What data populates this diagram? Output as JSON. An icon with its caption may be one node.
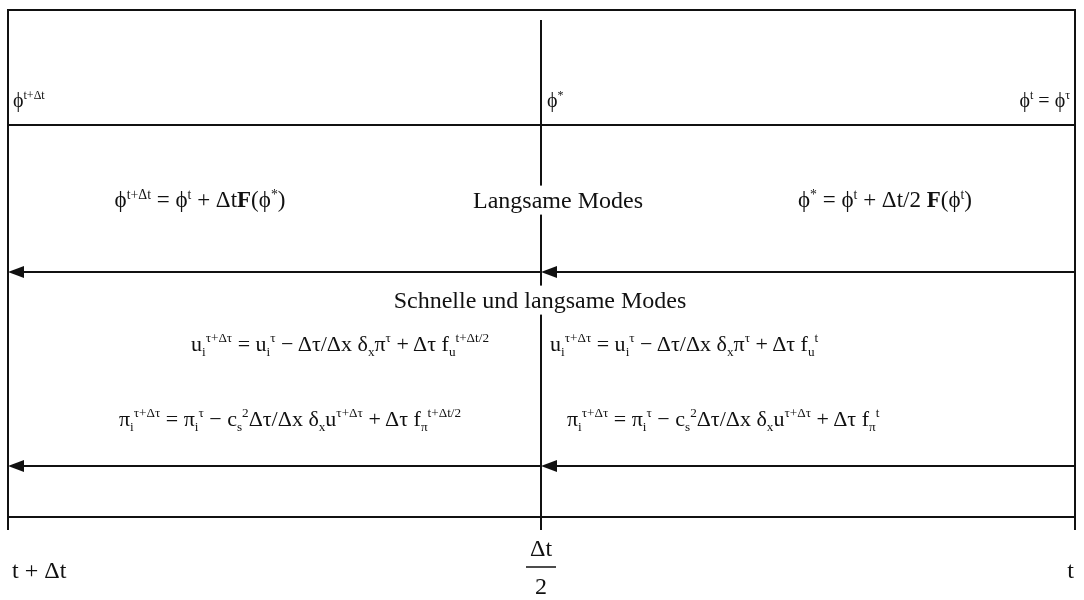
{
  "diagram": {
    "labels": [
      "ϕ$^{t+Δt}$",
      "ϕ$^{*}$",
      "ϕ$^{t}$ = ϕ$^{τ}$",
      "ϕ$^{t+Δt}$ = ϕ$^{t}$ + Δt**F**(ϕ$^{*}$)",
      "Langsame Modes",
      "ϕ$^{*}$ = ϕ$^{t}$ + Δt/2 **F**(ϕ$^{t}$)",
      "Schnelle und langsame  Modes",
      "u$_{i}$$^{τ+Δτ}$ = u$_{i}$$^{τ}$ − Δτ/Δx δ$_{x}$π$^{τ}$ + Δτ f$_{u}$$^{t+Δt/2}$",
      "u$_{i}$$^{τ+Δτ}$ = u$_{i}$$^{τ}$ − Δτ/Δx δ$_{x}$π$^{τ}$ + Δτ f$_{u}$$^{t}$",
      "π$_{i}$$^{τ+Δτ}$ = π$_{i}$$^{τ}$ − c$_{s}$$^{2}$Δτ/Δx δ$_{x}$u$^{τ+Δτ}$ + Δτ f$_{π}$$^{t+Δt/2}$",
      "π$_{i}$$^{τ+Δτ}$ = π$_{i}$$^{τ}$ − c$_{s}$$^{2}$Δτ/Δx δ$_{x}$u$^{τ+Δτ}$ + Δτ f$_{π}$$^{t}$",
      "t + Δt",
      "Δt",
      "2",
      "t"
    ]
  }
}
